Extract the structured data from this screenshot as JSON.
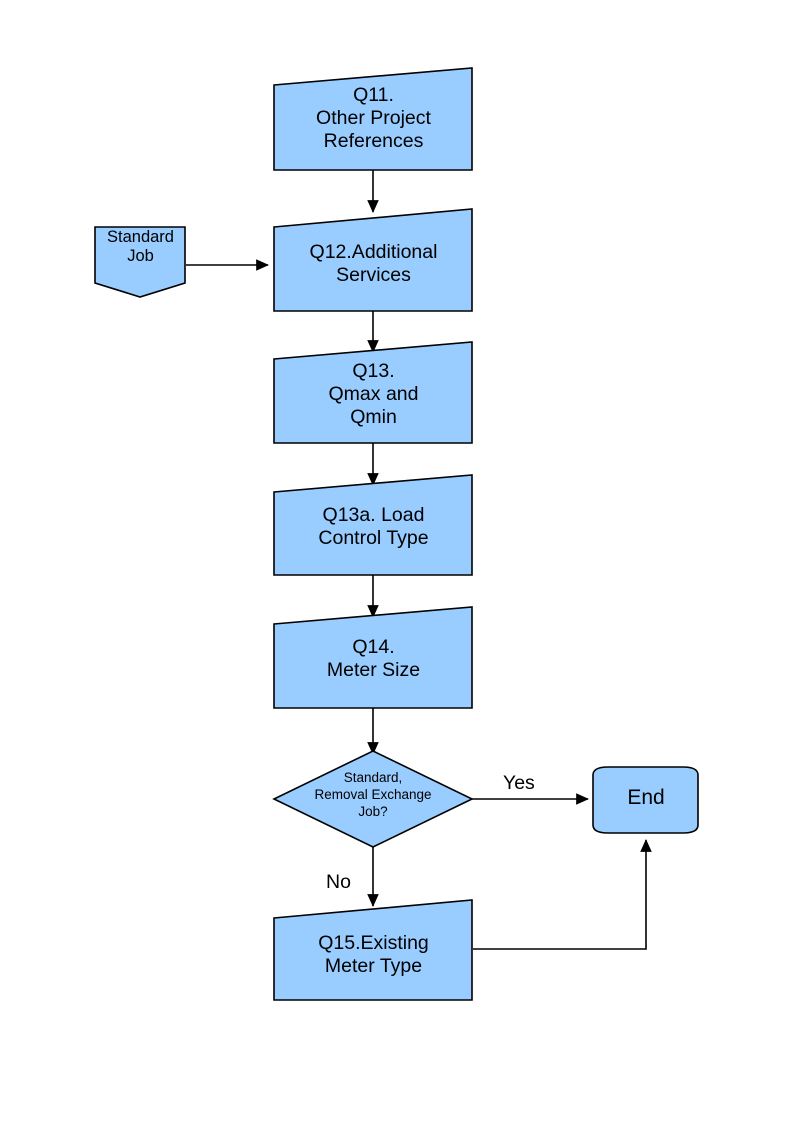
{
  "diagram": {
    "type": "flowchart",
    "orientation": "vertical",
    "background_color": "#ffffff",
    "node_fill_color": "#99ccff",
    "node_stroke_color": "#000000",
    "nodes": [
      {
        "id": "q11",
        "shape": "slanted-top-box",
        "label": "Q11.\nOther Project\nReferences"
      },
      {
        "id": "start",
        "shape": "down-pointing-pentagon",
        "label": "Standard\nJob"
      },
      {
        "id": "q12",
        "shape": "slanted-top-box",
        "label": "Q12.Additional\nServices"
      },
      {
        "id": "q13",
        "shape": "slanted-top-box",
        "label": "Q13.\nQmax and\nQmin"
      },
      {
        "id": "q13a",
        "shape": "slanted-top-box",
        "label": "Q13a. Load\nControl Type"
      },
      {
        "id": "q14",
        "shape": "slanted-top-box",
        "label": "Q14.\nMeter Size"
      },
      {
        "id": "decision",
        "shape": "diamond",
        "label": "Standard,\nRemoval Exchange\nJob?"
      },
      {
        "id": "end",
        "shape": "terminator-capsule",
        "label": "End"
      },
      {
        "id": "q15",
        "shape": "slanted-top-box",
        "label": "Q15.Existing\nMeter Type"
      }
    ],
    "edges": [
      {
        "from": "q11",
        "to": "q12",
        "label": ""
      },
      {
        "from": "start",
        "to": "q12",
        "label": ""
      },
      {
        "from": "q12",
        "to": "q13",
        "label": ""
      },
      {
        "from": "q13",
        "to": "q13a",
        "label": ""
      },
      {
        "from": "q13a",
        "to": "q14",
        "label": ""
      },
      {
        "from": "q14",
        "to": "decision",
        "label": ""
      },
      {
        "from": "decision",
        "to": "end",
        "label": "Yes"
      },
      {
        "from": "decision",
        "to": "q15",
        "label": "No"
      },
      {
        "from": "q15",
        "to": "end",
        "label": ""
      }
    ]
  }
}
